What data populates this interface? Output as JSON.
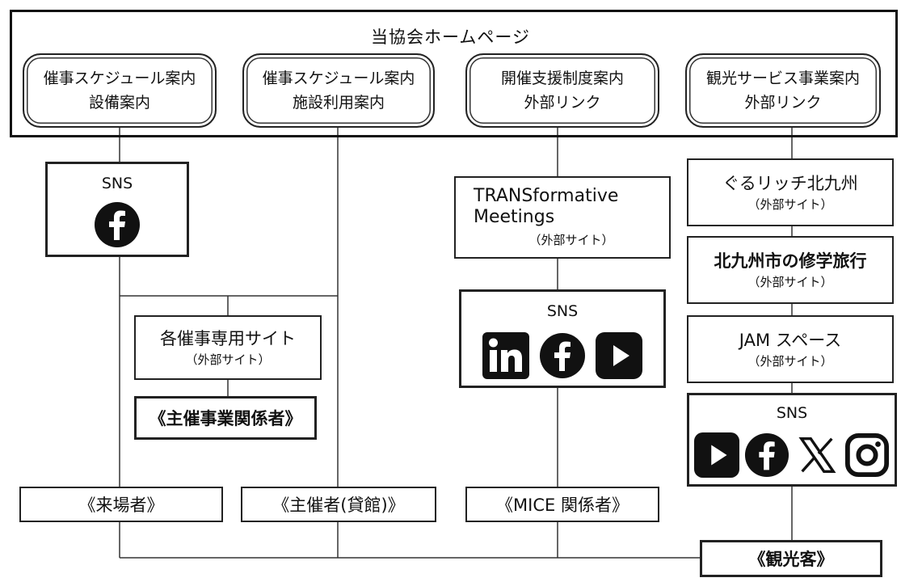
{
  "homepage": {
    "title": "当協会ホームページ",
    "sections": [
      {
        "line1": "催事スケジュール案内",
        "line2": "設備案内"
      },
      {
        "line1": "催事スケジュール案内",
        "line2": "施設利用案内"
      },
      {
        "line1": "開催支援制度案内",
        "line2": "外部リンク"
      },
      {
        "line1": "観光サービス事業案内",
        "line2": "外部リンク"
      }
    ]
  },
  "col1": {
    "sns_label": "SNS",
    "sns_icons": [
      "facebook-icon"
    ]
  },
  "col2": {
    "event_sites": {
      "title": "各催事専用サイト",
      "sub": "（外部サイト）"
    },
    "organizer_label": "《主催事業関係者》"
  },
  "col3": {
    "transformative": {
      "line1": "TRANSformative",
      "line2": "Meetings",
      "sub": "（外部サイト）"
    },
    "sns_label": "SNS",
    "sns_icons": [
      "linkedin-icon",
      "facebook-icon",
      "youtube-icon"
    ]
  },
  "col4": {
    "sites": [
      {
        "title": "ぐるリッチ北九州",
        "sub": "（外部サイト）"
      },
      {
        "title": "北九州市の修学旅行",
        "sub": "（外部サイト）"
      },
      {
        "title": "JAM スペース",
        "sub": "（外部サイト）"
      }
    ],
    "sns_label": "SNS",
    "sns_icons": [
      "youtube-icon",
      "facebook-icon",
      "x-icon",
      "instagram-icon"
    ]
  },
  "audiences": {
    "visitors": "《来場者》",
    "organizers": "《主催者(貸館)》",
    "mice": "《MICE 関係者》",
    "tourists": "《観光客》"
  }
}
